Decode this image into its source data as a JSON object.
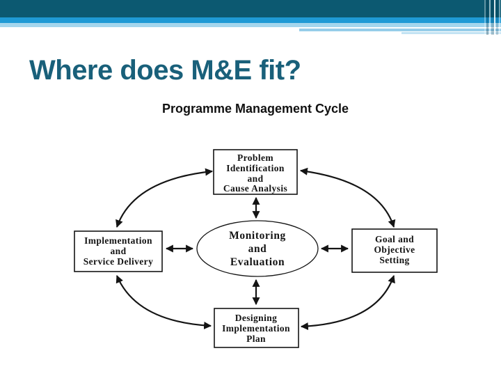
{
  "slide": {
    "title": "Where does M&E fit?"
  },
  "diagram": {
    "heading": "Programme Management Cycle",
    "center": {
      "lines": [
        "Monitoring",
        "and",
        "Evaluation"
      ]
    },
    "boxes": {
      "top": {
        "lines": [
          "Problem",
          "Identification",
          "and",
          "Cause Analysis"
        ]
      },
      "right": {
        "lines": [
          "Goal and",
          "Objective",
          "Setting"
        ]
      },
      "bottom": {
        "lines": [
          "Designing",
          "Implementation",
          "Plan"
        ]
      },
      "left": {
        "lines": [
          "Implementation",
          "and",
          "Service Delivery"
        ]
      }
    }
  },
  "colors": {
    "header_dark_teal": "#0c5971",
    "header_blue": "#1f9ad5",
    "header_light_blue": "#a4d6ed",
    "title_text": "#19607a",
    "diagram_ink": "#141414"
  }
}
